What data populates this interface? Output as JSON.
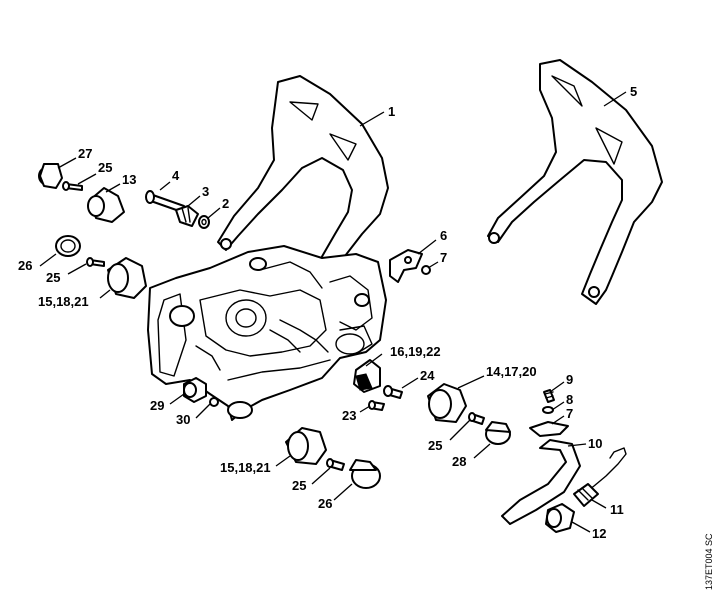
{
  "reference_code": "137ET004 SC",
  "callouts": [
    {
      "label": "1"
    },
    {
      "label": "5"
    },
    {
      "label": "27"
    },
    {
      "label": "25"
    },
    {
      "label": "13"
    },
    {
      "label": "4"
    },
    {
      "label": "3"
    },
    {
      "label": "2"
    },
    {
      "label": "6"
    },
    {
      "label": "7"
    },
    {
      "label": "26"
    },
    {
      "label": "25"
    },
    {
      "label": "15,18,21"
    },
    {
      "label": "16,19,22"
    },
    {
      "label": "24"
    },
    {
      "label": "14,17,20"
    },
    {
      "label": "9"
    },
    {
      "label": "8"
    },
    {
      "label": "7"
    },
    {
      "label": "29"
    },
    {
      "label": "30"
    },
    {
      "label": "23"
    },
    {
      "label": "25"
    },
    {
      "label": "10"
    },
    {
      "label": "28"
    },
    {
      "label": "15,18,21"
    },
    {
      "label": "25"
    },
    {
      "label": "11"
    },
    {
      "label": "26"
    },
    {
      "label": "12"
    }
  ]
}
